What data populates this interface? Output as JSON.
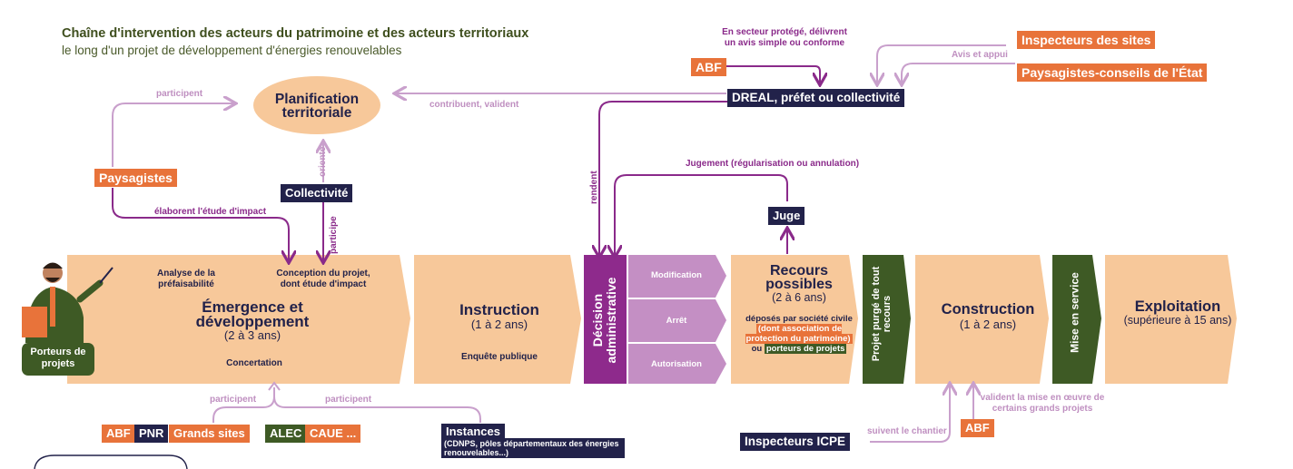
{
  "title": "Chaîne d'intervention des acteurs du patrimoine et des acteurs territoriaux",
  "subtitle": "le long d'un projet de développement d'énergies renouvelables",
  "actors": {
    "abf_top": "ABF",
    "dreal": "DREAL, préfet ou collectivité",
    "inspecteurs_sites": "Inspecteurs des sites",
    "paysagistes_etat": "Paysagistes-conseils de l'État",
    "paysagistes": "Paysagistes",
    "collectivite": "Collectivité",
    "juge": "Juge",
    "porteurs": "Porteurs de projets",
    "abf_bottom": "ABF",
    "pnr": "PNR",
    "grands_sites": "Grands sites",
    "alec": "ALEC",
    "caue": "CAUE ...",
    "instances": "Instances",
    "instances_detail": "(CDNPS, pôles départementaux des énergies renouvelables...)",
    "inspecteurs_icpe": "Inspecteurs ICPE",
    "abf_right": "ABF"
  },
  "notes": {
    "secteur": "En secteur protégé, délivrent un avis simple ou conforme",
    "avis_appui": "Avis et appui",
    "contribuent": "contribuent, valident",
    "participent_top": "participent",
    "oriente": "oriente",
    "participe": "participe",
    "elaborent": "élaborent l'étude d'impact",
    "rendent": "rendent",
    "jugement": "Jugement (régularisation ou annulation)",
    "participent_b1": "participent",
    "participent_b2": "participent",
    "suivent": "suivent le chantier",
    "valident": "valident la mise en œuvre de certains grands projets"
  },
  "planification": "Planification territoriale",
  "stages": {
    "emergence": {
      "title": "Émergence et développement",
      "duration": "(2 à 3 ans)",
      "sub1": "Analyse de la préfaisabilité",
      "sub2": "Conception du projet, dont étude d'impact",
      "sub3": "Concertation"
    },
    "instruction": {
      "title": "Instruction",
      "duration": "(1 à 2 ans)",
      "sub": "Enquête publique"
    },
    "decision": {
      "title": "Décision administrative",
      "opt1": "Modification",
      "opt2": "Arrêt",
      "opt3": "Autorisation"
    },
    "recours": {
      "title": "Recours possibles",
      "duration": "(2 à 6 ans)",
      "desc1": "déposés par société civile",
      "desc2": "(dont association de protection du patrimoine)",
      "desc3": "ou",
      "desc4": "porteurs de projets"
    },
    "purge": "Projet purgé de tout recours",
    "construction": {
      "title": "Construction",
      "duration": "(1 à 2 ans)"
    },
    "mise": "Mise en service",
    "exploitation": {
      "title": "Exploitation",
      "duration": "(supérieure à 15 ans)"
    }
  },
  "colors": {
    "peach": "#f7c89a",
    "purple": "#8e2a8c",
    "lilac": "#c48fc4",
    "green": "#3e5a25",
    "navy": "#22224a",
    "orange": "#e8733a",
    "arrow_light": "#c9a0cc",
    "arrow_dark": "#8a2a8a"
  }
}
